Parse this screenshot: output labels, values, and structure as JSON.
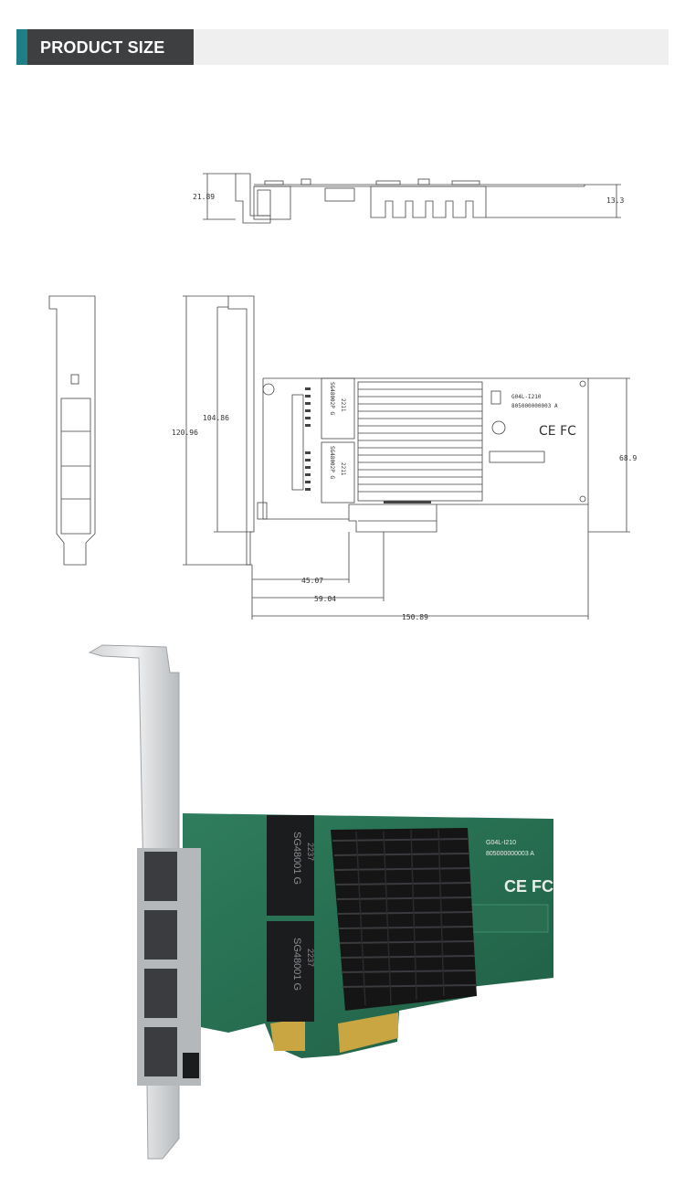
{
  "header": {
    "title": "PRODUCT SIZE"
  },
  "theme": {
    "accent": "#1f7f86",
    "header_dark": "#3e3f41",
    "header_bar": "#efefef"
  },
  "side_view": {
    "height_left": "21.89",
    "height_right": "13.3"
  },
  "top_view": {
    "height_total": "120.96",
    "height_inner": "104.86",
    "height_pcb": "68.9",
    "width_1": "45.07",
    "width_2": "59.04",
    "width_total": "150.89",
    "label_model": "G04L-I210",
    "label_serial": "805000000003 A",
    "chip_text": "SG48002P G",
    "chip_code": "2211"
  },
  "photo": {
    "chip_text": "SG48001 G",
    "chip_code": "2237",
    "label_model": "G04L-I210",
    "label_serial": "805000000003 A",
    "marks": "CE FC"
  }
}
